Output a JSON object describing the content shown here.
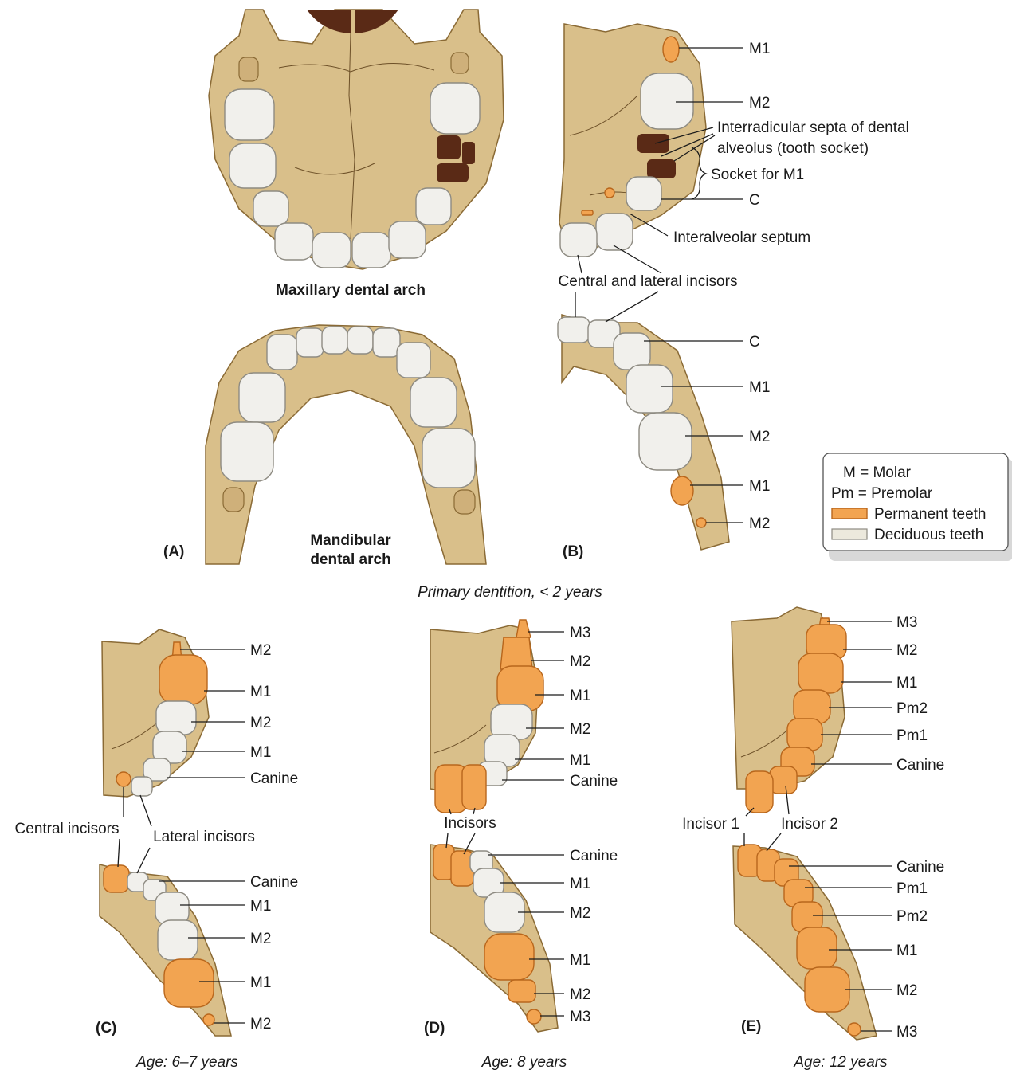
{
  "panel_a": {
    "letter": "(A)",
    "maxillary_caption": "Maxillary dental arch",
    "mandibular_caption_line1": "Mandibular",
    "mandibular_caption_line2": "dental arch"
  },
  "panel_b": {
    "letter": "(B)",
    "upper_labels": [
      "M1",
      "M2",
      "C"
    ],
    "septa_line1": "Interradicular septa of dental",
    "septa_line2": "alveolus (tooth socket)",
    "socket": "Socket for M1",
    "interalveolar": "Interalveolar septum",
    "incisors": "Central and lateral incisors",
    "lower_labels": [
      "C",
      "M1",
      "M2",
      "M1",
      "M2"
    ]
  },
  "subtitle_primary": "Primary dentition, < 2 years",
  "legend": {
    "lines": [
      "M = Molar",
      "Pm = Premolar"
    ],
    "items": [
      {
        "label": "Permanent teeth",
        "color": "#f2a451"
      },
      {
        "label": "Deciduous teeth",
        "color": "#ece9dd"
      }
    ]
  },
  "panel_c": {
    "letter": "(C)",
    "age": "Age: 6–7 years",
    "upper_labels": [
      "M2",
      "M1",
      "M2",
      "M1",
      "Canine"
    ],
    "central": "Central incisors",
    "lateral": "Lateral incisors",
    "lower_labels": [
      "Canine",
      "M1",
      "M2",
      "M1",
      "M2"
    ]
  },
  "panel_d": {
    "letter": "(D)",
    "age": "Age: 8 years",
    "upper_labels": [
      "M3",
      "M2",
      "M1",
      "M2",
      "M1",
      "Canine"
    ],
    "incisors": "Incisors",
    "lower_labels": [
      "Canine",
      "M1",
      "M2",
      "M1",
      "M2",
      "M3"
    ]
  },
  "panel_e": {
    "letter": "(E)",
    "age": "Age: 12 years",
    "upper_labels": [
      "M3",
      "M2",
      "M1",
      "Pm2",
      "Pm1",
      "Canine"
    ],
    "incisor1": "Incisor 1",
    "incisor2": "Incisor 2",
    "lower_labels": [
      "Canine",
      "Pm1",
      "Pm2",
      "M1",
      "M2",
      "M3"
    ]
  }
}
